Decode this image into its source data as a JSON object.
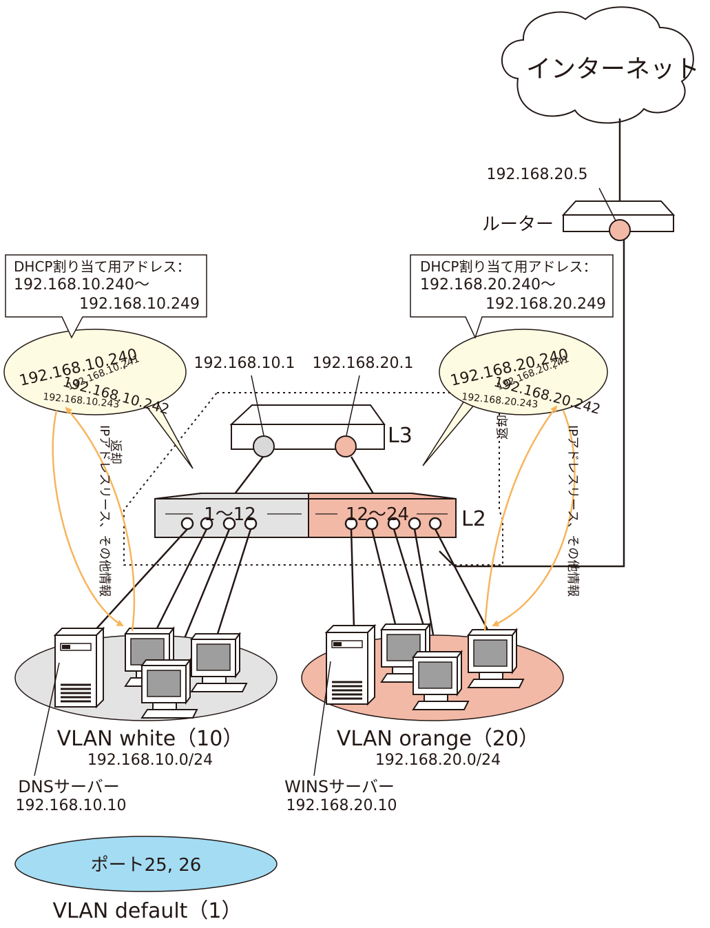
{
  "internet": {
    "label": "インターネット"
  },
  "router": {
    "label": "ルーター",
    "ip": "192.168.20.5"
  },
  "l3": {
    "label": "L3",
    "ip_white": "192.168.10.1",
    "ip_orange": "192.168.20.1"
  },
  "l2": {
    "label": "L2",
    "ports_white": "1〜12",
    "ports_orange": "12〜24"
  },
  "dhcp_white": {
    "callout_title": "DHCP割り当て用アドレス：",
    "range_start": "192.168.10.240〜",
    "range_end": "192.168.10.249",
    "pool": [
      "192.168.10.240",
      "192.168.10.241",
      "192.168.10.242",
      "192.168.10.243"
    ],
    "arrow_out": "IPアドレスリース、その他情報",
    "arrow_back": "返却"
  },
  "dhcp_orange": {
    "callout_title": "DHCP割り当て用アドレス：",
    "range_start": "192.168.20.240〜",
    "range_end": "192.168.20.249",
    "pool": [
      "192.168.20.240",
      "192.168.20.241",
      "192.168.20.242",
      "192.168.20.243"
    ],
    "arrow_out": "IPアドレスリース、その他情報",
    "arrow_back": "返却"
  },
  "vlan_white": {
    "name": "VLAN white（10）",
    "subnet": "192.168.10.0/24",
    "server_label": "DNSサーバー",
    "server_ip": "192.168.10.10"
  },
  "vlan_orange": {
    "name": "VLAN orange（20）",
    "subnet": "192.168.20.0/24",
    "server_label": "WINSサーバー",
    "server_ip": "192.168.20.10"
  },
  "vlan_default": {
    "name": "VLAN default（1）",
    "ports": "ポート25, 26"
  },
  "colors": {
    "orange": "#f2b9a6",
    "gray": "#e3e3e3",
    "pool": "#fdfbe2",
    "blue": "#a3dcf3",
    "arrow": "#f7b55c"
  }
}
